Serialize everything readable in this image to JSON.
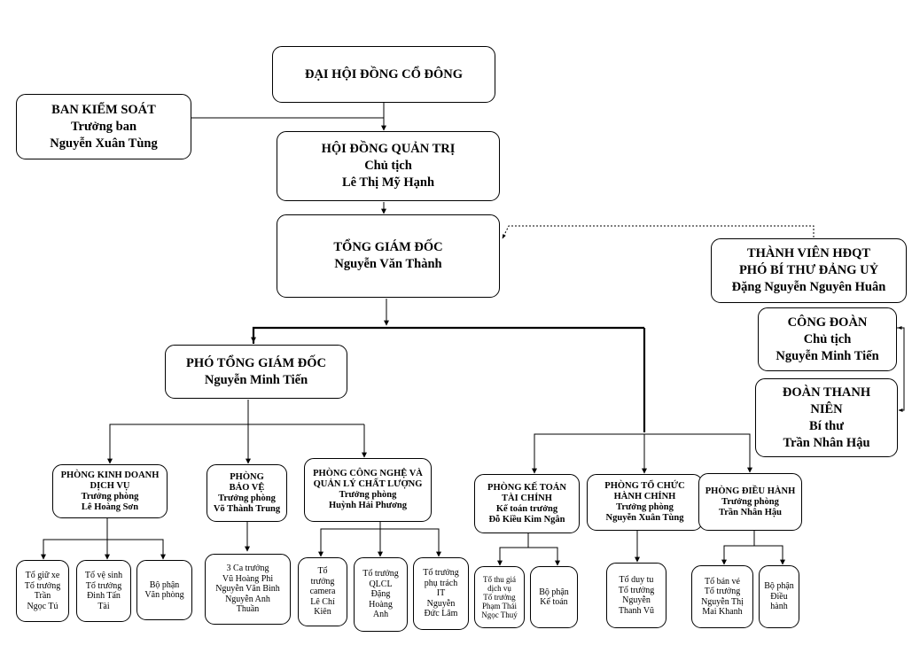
{
  "nodes": {
    "dhdcd": [
      "ĐẠI HỘI ĐỒNG CỔ ĐÔNG"
    ],
    "bks": [
      "BAN KIỂM SOÁT",
      "Trưởng ban",
      "Nguyễn Xuân Tùng"
    ],
    "hdqt": [
      "HỘI ĐỒNG QUẢN TRỊ",
      "Chủ tịch",
      "Lê Thị Mỹ Hạnh"
    ],
    "tgd": [
      "TỔNG GIÁM ĐỐC",
      "Nguyễn Văn Thành"
    ],
    "tvhdqt": [
      "THÀNH VIÊN HĐQT",
      "PHÓ BÍ THƯ ĐẢNG UỶ",
      "Đặng Nguyễn Nguyên Huân"
    ],
    "congdoan": [
      "CÔNG ĐOÀN",
      "Chủ tịch",
      "Nguyễn Minh Tiến"
    ],
    "doanthanhnien": [
      "ĐOÀN THANH",
      "NIÊN",
      "Bí thư",
      "Trần Nhân Hậu"
    ],
    "ptgd": [
      "PHÓ TỔNG GIÁM ĐỐC",
      "Nguyễn Minh Tiến"
    ],
    "pkd": [
      "PHÒNG KINH DOANH",
      "DỊCH VỤ",
      "Trưởng phòng",
      "Lê Hoàng Sơn"
    ],
    "pbv": [
      "PHÒNG",
      "BẢO VỆ",
      "Trưởng phòng",
      "Võ Thành Trung"
    ],
    "pcn": [
      "PHÒNG CÔNG NGHỆ VÀ",
      "QUẢN LÝ CHẤT LƯỢNG",
      "Trưởng phòng",
      "Huỳnh Hải Phương"
    ],
    "pkt": [
      "PHÒNG KẾ TOÁN",
      "TÀI CHÍNH",
      "Kế toán trưởng",
      "Đỗ Kiều Kim Ngân"
    ],
    "ptc": [
      "PHÒNG TỔ CHỨC",
      "HÀNH CHÍNH",
      "Trưởng phòng",
      "Nguyễn Xuân Tùng"
    ],
    "pdh": [
      "PHÒNG ĐIỀU HÀNH",
      "Trưởng phòng",
      "Trần Nhân Hậu"
    ],
    "tgx": [
      "Tổ giữ xe",
      "Tổ trưởng",
      "Trần",
      "Ngọc Tú"
    ],
    "tvs": [
      "Tổ vệ sinh",
      "Tổ trưởng",
      "Đinh Tấn",
      "Tài"
    ],
    "bpvp": [
      "Bộ phận",
      "Văn phòng"
    ],
    "cabv": [
      "3 Ca trưởng",
      "Vũ Hoàng Phi",
      "Nguyễn Văn Bình",
      "Nguyễn Anh",
      "Thuần"
    ],
    "ttcam": [
      "Tổ",
      "trưởng",
      "camera",
      "Lê Chí",
      "Kiên"
    ],
    "ttqlcl": [
      "Tổ trưởng",
      "QLCL",
      "Đặng",
      "Hoàng",
      "Anh"
    ],
    "ttit": [
      "Tổ trưởng",
      "phụ trách",
      "IT",
      "Nguyễn",
      "Đức Lâm"
    ],
    "ttg": [
      "Tổ thu giá",
      "dịch vụ",
      "Tổ trưởng",
      "Phạm Thái",
      "Ngọc Thuý"
    ],
    "bpkt": [
      "Bộ phận",
      "Kế toán"
    ],
    "tdt": [
      "Tổ duy tu",
      "Tổ trưởng",
      "Nguyễn",
      "Thanh Vũ"
    ],
    "tbv": [
      "Tổ bán vé",
      "Tổ trưởng",
      "Nguyễn Thị",
      "Mai Khanh"
    ],
    "bpdh": [
      "Bộ phận",
      "Điều",
      "hành"
    ]
  }
}
